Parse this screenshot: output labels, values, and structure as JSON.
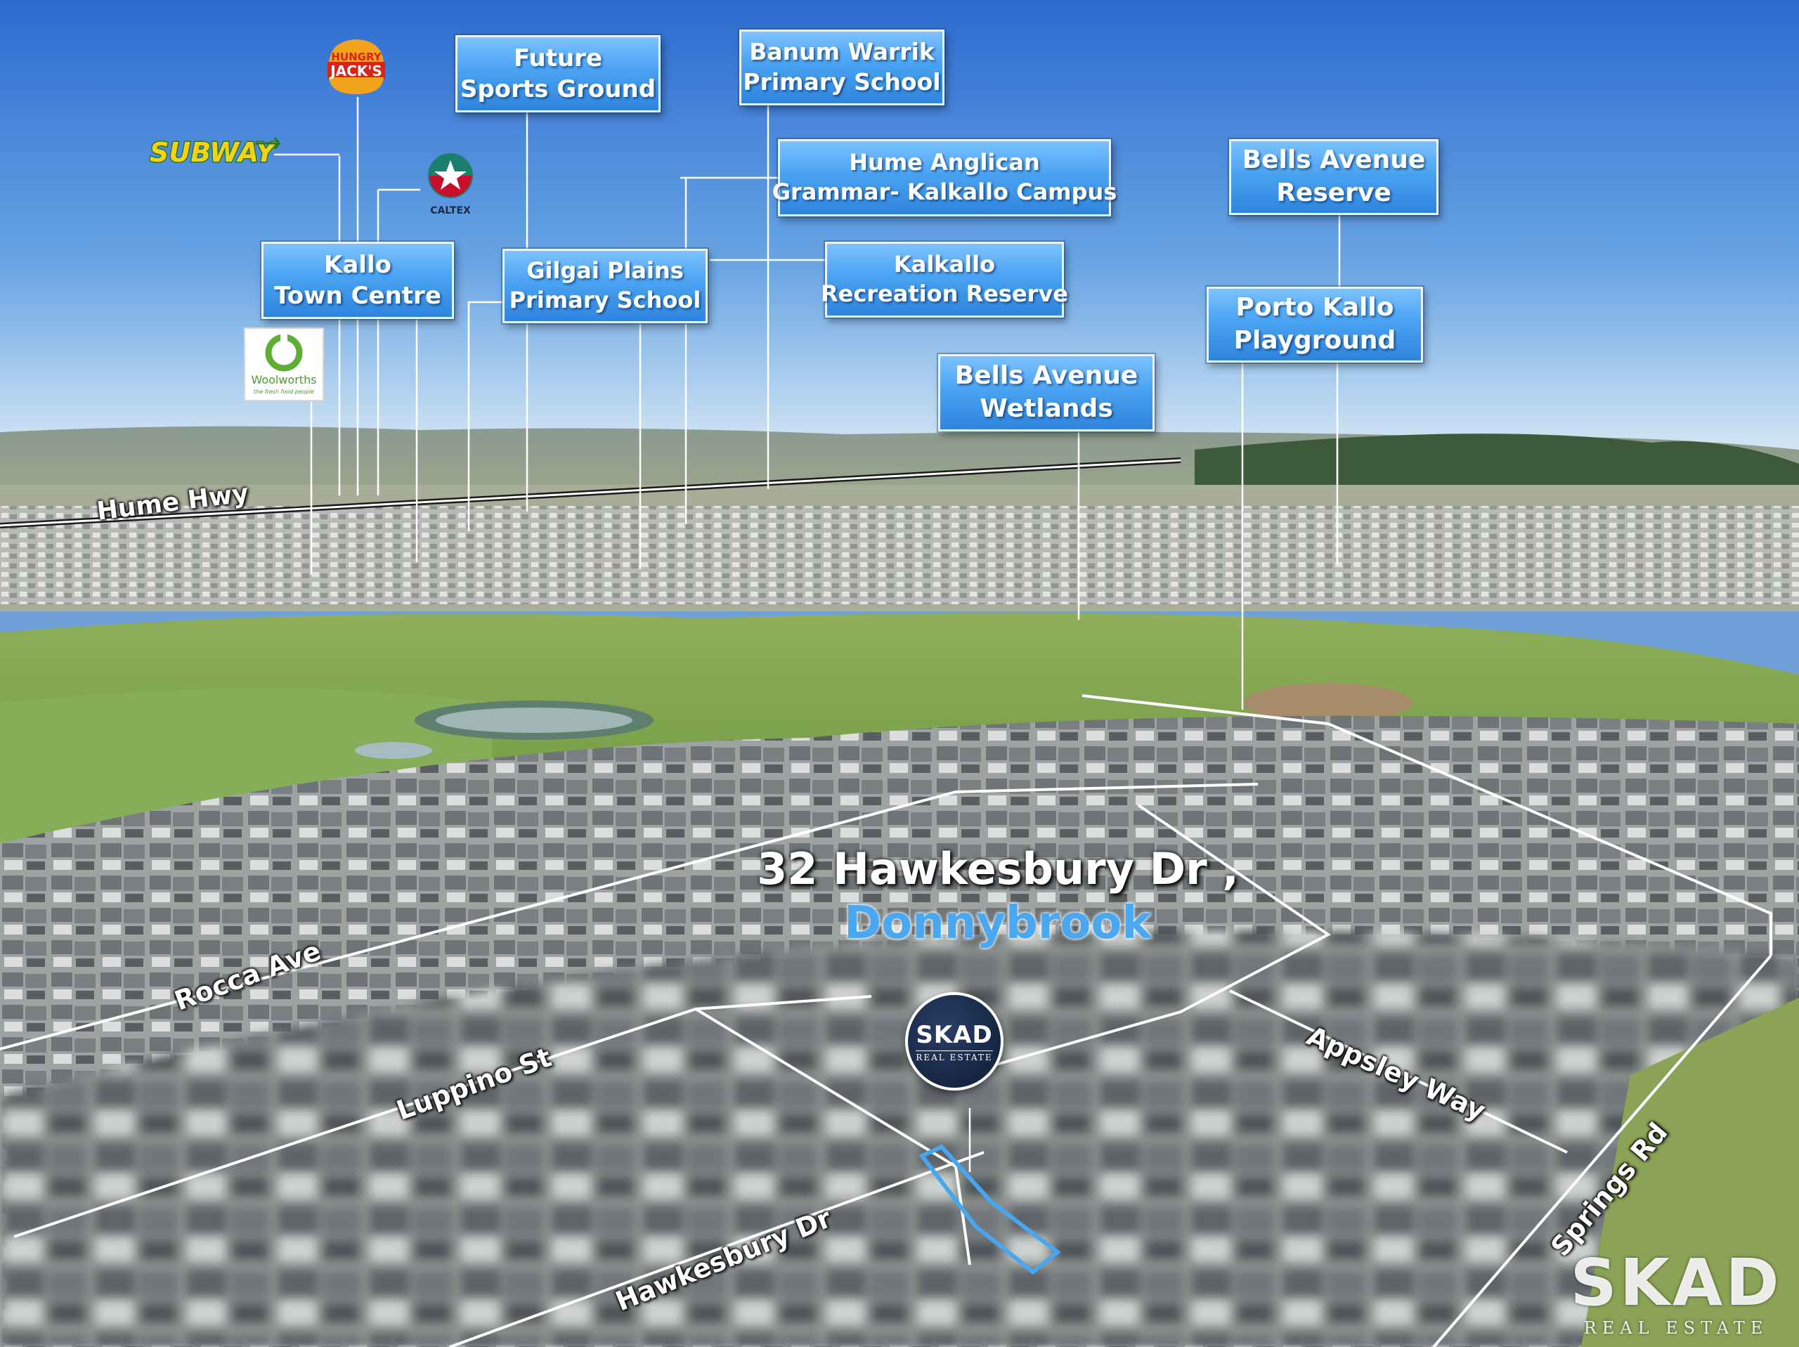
{
  "photo": {
    "description_colors": {
      "sky_top": "#2f6fd0",
      "sky_horizon": "#cfe3f2",
      "grass": "#7aa84a",
      "roofs": "#6f7478",
      "label_blue": "#3f9be8",
      "accent_blue": "#4aa8f0"
    }
  },
  "address": {
    "line1": "32 Hawkesbury Dr ,",
    "line2": "Donnybrook"
  },
  "poi": {
    "future_sports_ground": [
      "Future",
      "Sports Ground"
    ],
    "banum_warrik": [
      "Banum Warrik",
      "Primary School"
    ],
    "hume_anglican": [
      "Hume Anglican",
      "Grammar- Kalkallo Campus"
    ],
    "bells_avenue_reserve": [
      "Bells Avenue",
      "Reserve"
    ],
    "kallo_town_centre": [
      "Kallo",
      "Town Centre"
    ],
    "gilgai_plains": [
      "Gilgai Plains",
      "Primary School"
    ],
    "kalkallo_recreation": [
      "Kalkallo",
      "Recreation Reserve"
    ],
    "porto_kallo": [
      "Porto Kallo",
      "Playground"
    ],
    "bells_avenue_wetlands": [
      "Bells Avenue",
      "Wetlands"
    ]
  },
  "roads": {
    "hume_hwy": "Hume Hwy",
    "rocca_ave": "Rocca Ave",
    "luppino_st": "Luppino St",
    "hawkesbury_dr": "Hawkesbury Dr",
    "appsley_way": "Appsley Way",
    "springs_rd": "Springs Rd"
  },
  "brands": {
    "hungry_jacks": [
      "HUNGRY",
      "JACK'S"
    ],
    "subway": "SUBWAY",
    "caltex": "CALTEX",
    "woolworths": "Woolworths",
    "woolworths_tagline": "the fresh food people"
  },
  "agency": {
    "badge_name": "SKAD",
    "badge_sub": "REAL ESTATE",
    "watermark_name": "SKAD",
    "watermark_sub": "REAL ESTATE"
  }
}
